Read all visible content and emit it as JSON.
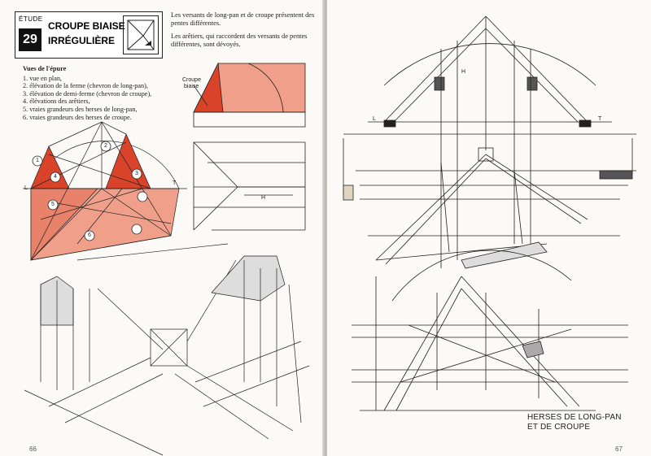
{
  "header": {
    "etude_label": "ÉTUDE",
    "etude_number": "29",
    "title_line1": "CROUPE BIAISE",
    "title_line2": "IRRÉGULIÈRE",
    "icon": "hip-roof-plan-icon"
  },
  "intro": {
    "paragraph1": "Les versants de long-pan et de croupe présentent des pentes différentes.",
    "paragraph2": "Les arêtiers, qui raccordent des versants de pentes différentes, sont dévoyés."
  },
  "vues": {
    "title": "Vues de l'épure",
    "items": [
      "1. vue en plan,",
      "2. élévation de la ferme (chevron de long-pan),",
      "3. élévation de demi-ferme (chevron de croupe),",
      "4. élévations des arêtiers,",
      "5. vraies grandeurs des herses de long-pan,",
      "6. vraies grandeurs des herses de croupe."
    ]
  },
  "labels": {
    "croupe_biaise_1": "Croupe",
    "croupe_biaise_2": "biaise",
    "L": "L",
    "T": "T",
    "H": "H",
    "n1": "1",
    "n2": "2",
    "n3": "3",
    "n4": "4",
    "n5": "5",
    "n6": "6"
  },
  "herses": {
    "line1": "HERSES DE LONG-PAN",
    "line2": "ET DE CROUPE"
  },
  "page_numbers": {
    "left": "66",
    "right": "67"
  },
  "colors": {
    "red": "#d9432a",
    "salmon": "#f0a08a",
    "line": "#222222"
  }
}
